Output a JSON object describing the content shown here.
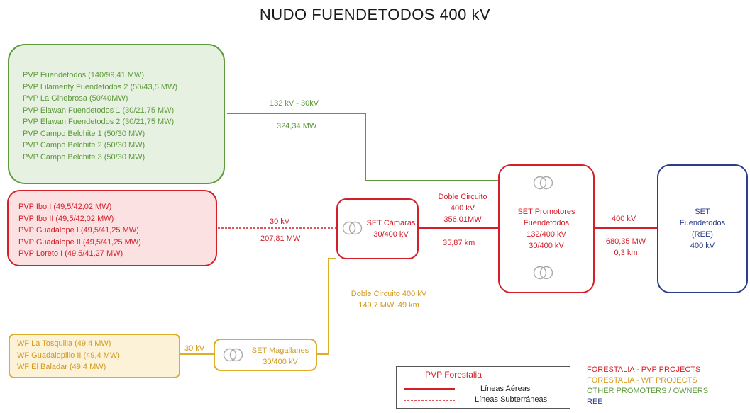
{
  "title": "NUDO FUENDETODOS 400 kV",
  "colors": {
    "pvp_forestalia": "#d31f2a",
    "wf_forestalia": "#e0ad2b",
    "other_promoters": "#5e9a3c",
    "ree": "#2a3c8c",
    "green_fill": "#e7f1e1",
    "red_fill": "#fbe1e1",
    "yellow_fill": "#fcf2d8"
  },
  "green_group": {
    "items": [
      "PVP Fuendetodos (140/99,41 MW)",
      "PVP Lilamenty Fuendetodos 2 (50/43,5 MW)",
      "PVP La Ginebrosa (50/40MW)",
      "PVP Elawan Fuendetodos 1 (30/21,75 MW)",
      "PVP Elawan Fuendetodos 2 (30/21,75 MW)",
      "PVP Campo Belchite 1 (50/30 MW)",
      "PVP Campo Belchite 2 (50/30 MW)",
      "PVP Campo Belchite 3 (50/30 MW)"
    ],
    "line_voltage": "132 kV - 30kV",
    "line_power": "324,34 MW"
  },
  "red_group": {
    "items": [
      "PVP Ibo I (49,5/42,02 MW)",
      "PVP Ibo II (49,5/42,02 MW)",
      "PVP Guadalope I (49,5/41,25 MW)",
      "PVP Guadalope II (49,5/41,25 MW)",
      "PVP Loreto I (49,5/41,27 MW)"
    ],
    "line_voltage": "30 kV",
    "line_power": "207,81 MW"
  },
  "yellow_group": {
    "items": [
      "WF La Tosquilla (49,4 MW)",
      "WF Guadalopillo II (49,4 MW)",
      "WF El Baladar (49,4 MW)"
    ],
    "line_voltage": "30 kV"
  },
  "set_magallanes": {
    "name": "SET Magallanes",
    "voltage": "30/400 kV"
  },
  "set_camaras": {
    "name": "SET Cámaras",
    "voltage": "30/400 kV"
  },
  "set_promotores": {
    "line1": "SET Promotores",
    "line2": "Fuendetodos",
    "line3": "132/400 kV",
    "line4": "30/400 kV"
  },
  "set_ree": {
    "line1": "SET",
    "line2": "Fuendetodos",
    "line3": "(REE)",
    "line4": "400 kV"
  },
  "link_magallanes_camaras": {
    "line1": "Doble Circuito 400 kV",
    "line2": "149,7 MW, 49 km"
  },
  "link_camaras_promotores": {
    "line1": "Doble Circuito",
    "line2": "400 kV",
    "line3": "356,01MW",
    "distance": "35,87 km"
  },
  "link_promotores_ree": {
    "voltage": "400 kV",
    "power": "680,35 MW",
    "distance": "0,3 km"
  },
  "legend": {
    "title": "PVP Forestalia",
    "aerial": "Líneas Aéreas",
    "underground": "Líneas Subterráneas"
  },
  "owners_legend": {
    "pvp": "FORESTALIA -  PVP PROJECTS",
    "wf": "FORESTALIA -  WF PROJECTS",
    "other": "OTHER PROMOTERS / OWNERS",
    "ree": "REE"
  }
}
